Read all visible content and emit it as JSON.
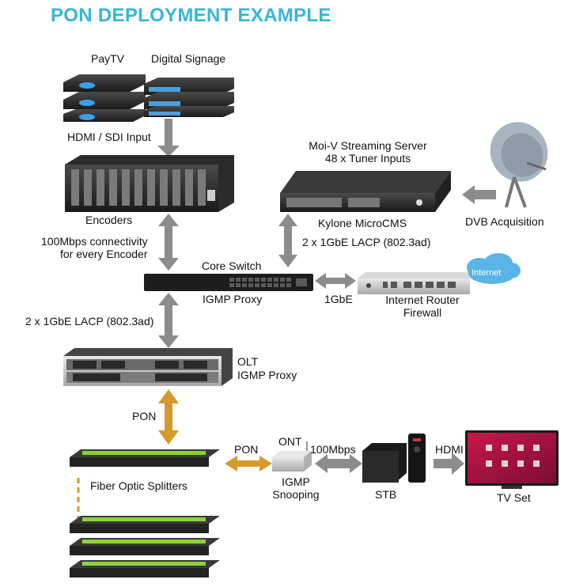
{
  "title": "PON DEPLOYMENT EXAMPLE",
  "labels": {
    "paytv": "PayTV",
    "digital_signage": "Digital Signage",
    "hdmi_sdi": "HDMI / SDI Input",
    "server_line1": "Moi-V Streaming Server",
    "server_line2": "48 x Tuner Inputs",
    "kylone": "Kylone MicroCMS",
    "dvb": "DVB Acquisition",
    "encoders": "Encoders",
    "connectivity_line1": "100Mbps connectivity",
    "connectivity_line2": "for every Encoder",
    "lacp_top": "2 x 1GbE LACP (802.3ad)",
    "core_switch": "Core Switch",
    "igmp_proxy_switch": "IGMP Proxy",
    "gbe": "1GbE",
    "internet": "Internet",
    "router_line1": "Internet Router",
    "router_line2": "Firewall",
    "lacp_left": "2 x 1GbE LACP (802.3ad)",
    "olt": "OLT",
    "igmp_proxy_olt": "IGMP Proxy",
    "pon_vertical": "PON",
    "pon_horizontal": "PON",
    "ont": "ONT",
    "mbps100": "100Mbps",
    "hdmi": "HDMI",
    "splitters": "Fiber Optic Splitters",
    "igmp_snooping_line1": "IGMP",
    "igmp_snooping_line2": "Snooping",
    "stb": "STB",
    "tv_set": "TV Set"
  },
  "colors": {
    "title": "#35b6d6",
    "arrow_gray": "#8c8c8c",
    "arrow_orange": "#d6992c",
    "splitter_green": "#8fd13a",
    "tv_screen": "#b3143c",
    "cloud": "#5ab4e6"
  },
  "icons": [
    "paytv-servers-icon",
    "signage-players-icon",
    "encoder-chassis-icon",
    "streaming-server-icon",
    "satellite-dish-icon",
    "core-switch-icon",
    "router-firewall-icon",
    "internet-cloud-icon",
    "olt-chassis-icon",
    "fiber-splitter-icon",
    "ont-icon",
    "stb-icon",
    "remote-control-icon",
    "tv-icon"
  ]
}
